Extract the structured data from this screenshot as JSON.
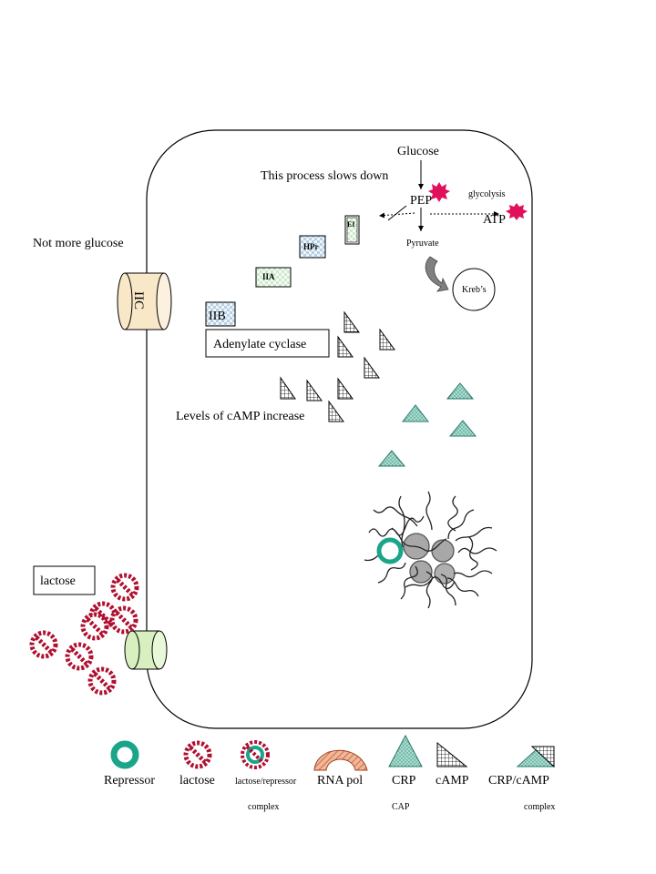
{
  "labels": {
    "glucose": "Glucose",
    "process_slows": "This process slows down",
    "pep": "PEP",
    "glycolysis": "glycolysis",
    "atp": "ATP",
    "pyruvate": "Pyruvate",
    "krebs": "Kreb’s",
    "not_more_glucose": "Not more glucose",
    "ei": "EI",
    "hpr": "HPr",
    "iia": "IIA",
    "iib": "IIB",
    "iic": "IIC",
    "adenylate_cyclase": "Adenylate cyclase",
    "camp_increase": "Levels of cAMP increase",
    "lactose_box": "lactose"
  },
  "legend": {
    "repressor": "Repressor",
    "lactose": "lactose",
    "lactose_repressor": "lactose/repressor",
    "lactose_repressor_sub": "complex",
    "rna_pol": "RNA pol",
    "crp": "CRP",
    "crp_sub": "CAP",
    "camp": "cAMP",
    "crp_camp": "CRP/cAMP",
    "crp_camp_sub": "complex"
  },
  "colors": {
    "repressor_teal": "#1aa58a",
    "lactose_red": "#b01030",
    "crp_teal": "#9ed8c8",
    "rna_pol_orange": "#e8a080",
    "starburst": "#e0105a",
    "iic_fill": "#f8e8c8",
    "permease_fill": "#d8f0c0",
    "iia_fill": "#d8ecd8",
    "hpr_fill": "#d0e4f0",
    "iib_fill": "#c8d4e8"
  }
}
